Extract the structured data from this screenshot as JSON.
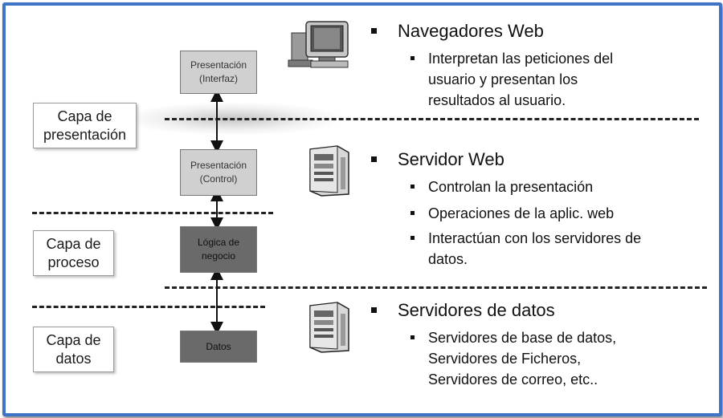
{
  "layers": {
    "presentacion": "Capa de\npresentación",
    "proceso": "Capa de\nproceso",
    "datos": "Capa de\ndatos"
  },
  "boxes": {
    "interfaz": "Presentación\n(Interfaz)",
    "control": "Presentación\n(Control)",
    "logica": "Lógica de\nnegocio",
    "datos": "Datos"
  },
  "sections": [
    {
      "title": "Navegadores Web",
      "icon": "computer-icon",
      "items": [
        "Interpretan las peticiones del\nusuario y presentan los\nresultados al usuario."
      ]
    },
    {
      "title": "Servidor Web",
      "icon": "server-icon",
      "items": [
        "Controlan la presentación",
        "Operaciones de la aplic. web",
        "Interactúan con los servidores de\ndatos."
      ]
    },
    {
      "title": "Servidores de datos",
      "icon": "server-icon",
      "items": [
        "Servidores de base de datos,\nServidores de Ficheros,\nServidores de correo, etc.."
      ]
    }
  ],
  "colors": {
    "frame": "#3f73c6",
    "box_light": "#d0d0d0",
    "box_dark": "#6a6a6a"
  }
}
